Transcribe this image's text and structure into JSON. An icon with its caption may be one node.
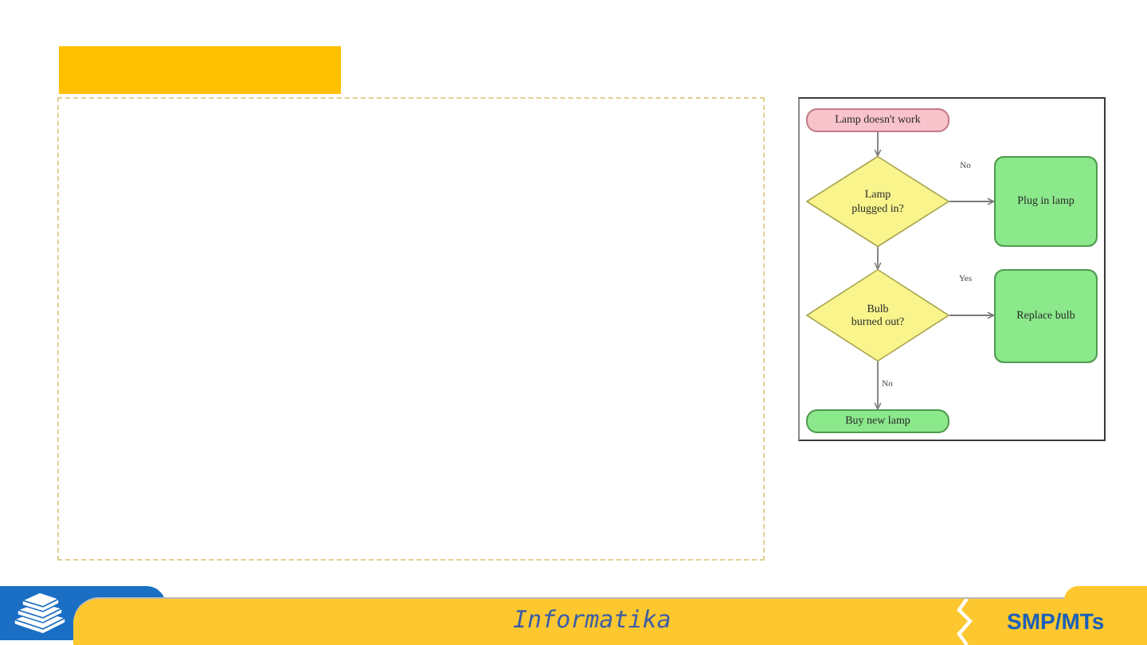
{
  "diagram": {
    "nodes": [
      {
        "text": [],
        "shape": "bar"
      },
      {
        "text": [
          "Lamp doesn't work"
        ]
      },
      {
        "text": [
          "Lamp plugged in?"
        ]
      },
      {
        "text": [
          "Plug in lamp"
        ]
      },
      {
        "text": [
          "Bulb burned out?"
        ]
      },
      {
        "text": [
          "Replace bulb"
        ]
      },
      {
        "text": [
          "Buy new lamp"
        ]
      }
    ],
    "edges": [
      {
        "from": 1,
        "to": 2,
        "arrow": "to"
      },
      {
        "from": 2,
        "to": 3,
        "arrow": "to",
        "label": "No"
      },
      {
        "from": 2,
        "to": 4,
        "arrow": "to"
      },
      {
        "from": 4,
        "to": 5,
        "arrow": "to",
        "label": "Yes"
      },
      {
        "from": 4,
        "to": 6,
        "arrow": "to",
        "label": "No"
      }
    ],
    "labels": [
      "Informatika",
      "SMP/MTs"
    ]
  }
}
